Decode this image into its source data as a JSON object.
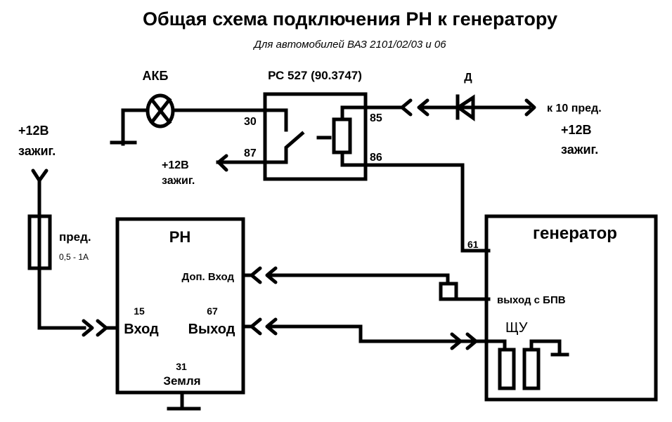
{
  "title": "Общая схема подключения РН к генератору",
  "subtitle": "Для автомобилей ВАЗ 2101/02/03 и 06",
  "battery": {
    "label": "АКБ",
    "symbol": "lamp-cross-icon"
  },
  "relay": {
    "label": "РС 527 (90.3747)",
    "pins": {
      "p30": "30",
      "p87": "87",
      "p85": "85",
      "p86": "86"
    }
  },
  "diode": {
    "label": "Д"
  },
  "right_top": {
    "line1": "к 10 пред.",
    "line2": "+12В",
    "line3": "зажиг."
  },
  "relay_out": {
    "line1": "+12В",
    "line2": "зажиг."
  },
  "left_supply": {
    "line1": "+12В",
    "line2": "зажиг."
  },
  "fuse": {
    "label": "пред.",
    "rating": "0,5 - 1А"
  },
  "regulator": {
    "label": "РН",
    "aux_input": "Доп. Вход",
    "pin15": "15",
    "input": "Вход",
    "pin67": "67",
    "output": "Выход",
    "pin31": "31",
    "ground": "Земля"
  },
  "generator": {
    "label": "генератор",
    "pin61": "61",
    "bpv_output": "выход с БПВ",
    "brush_unit": "ЩУ"
  }
}
